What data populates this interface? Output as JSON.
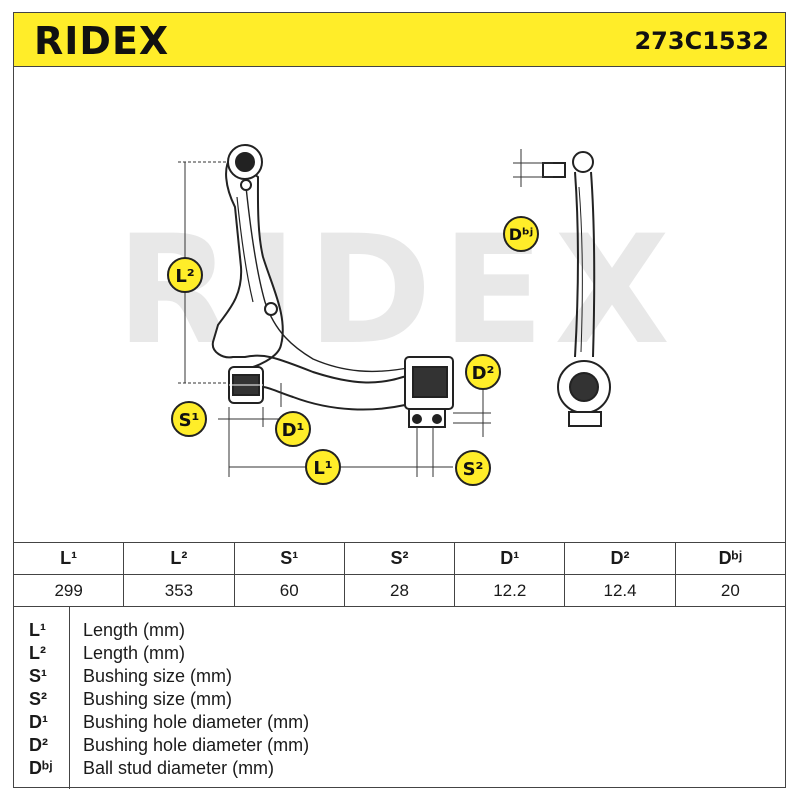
{
  "header": {
    "logo": "RIDEX",
    "part_number": "273C1532",
    "background": "#ffed29"
  },
  "diagram": {
    "watermark": "RIDEX",
    "badge_color": "#ffed29",
    "labels": {
      "l1": "L¹",
      "l2": "L²",
      "s1": "S¹",
      "s2": "S²",
      "d1": "D¹",
      "d2": "D²",
      "dbj": "Dᵇʲ"
    }
  },
  "spec_table": {
    "headers": [
      "L¹",
      "L²",
      "S¹",
      "S²",
      "D¹",
      "D²",
      "Dᵇʲ"
    ],
    "values": [
      "299",
      "353",
      "60",
      "28",
      "12.2",
      "12.4",
      "20"
    ]
  },
  "legend": [
    {
      "symbol": "L¹",
      "description": "Length (mm)"
    },
    {
      "symbol": "L²",
      "description": "Length (mm)"
    },
    {
      "symbol": "S¹",
      "description": "Bushing size (mm)"
    },
    {
      "symbol": "S²",
      "description": "Bushing size (mm)"
    },
    {
      "symbol": "D¹",
      "description": "Bushing hole diameter (mm)"
    },
    {
      "symbol": "D²",
      "description": "Bushing hole diameter (mm)"
    },
    {
      "symbol": "Dᵇʲ",
      "description": "Ball stud diameter (mm)"
    }
  ]
}
